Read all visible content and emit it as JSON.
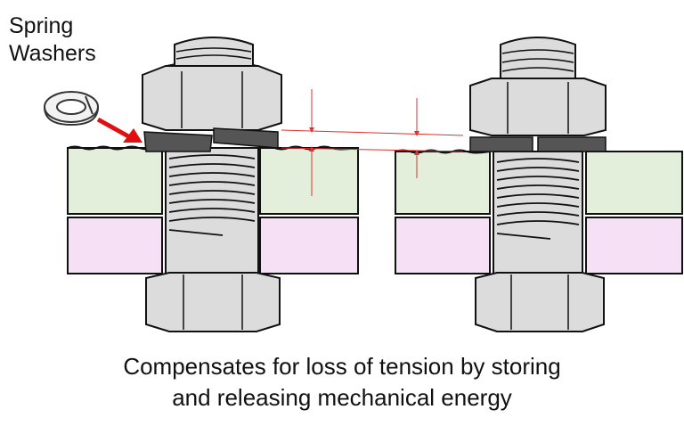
{
  "labels": {
    "spring_line1": "Spring",
    "spring_line2": "Washers"
  },
  "caption": {
    "line1": "Compensates for loss of tension by storing",
    "line2": "and releasing mechanical energy"
  },
  "colors": {
    "green_plate": "#e3efdb",
    "pink_plate": "#f6e0f5",
    "metal": "#dcdcdc",
    "washer": "#555555",
    "dimension_line": "#e03030",
    "arrow": "#e01010"
  }
}
